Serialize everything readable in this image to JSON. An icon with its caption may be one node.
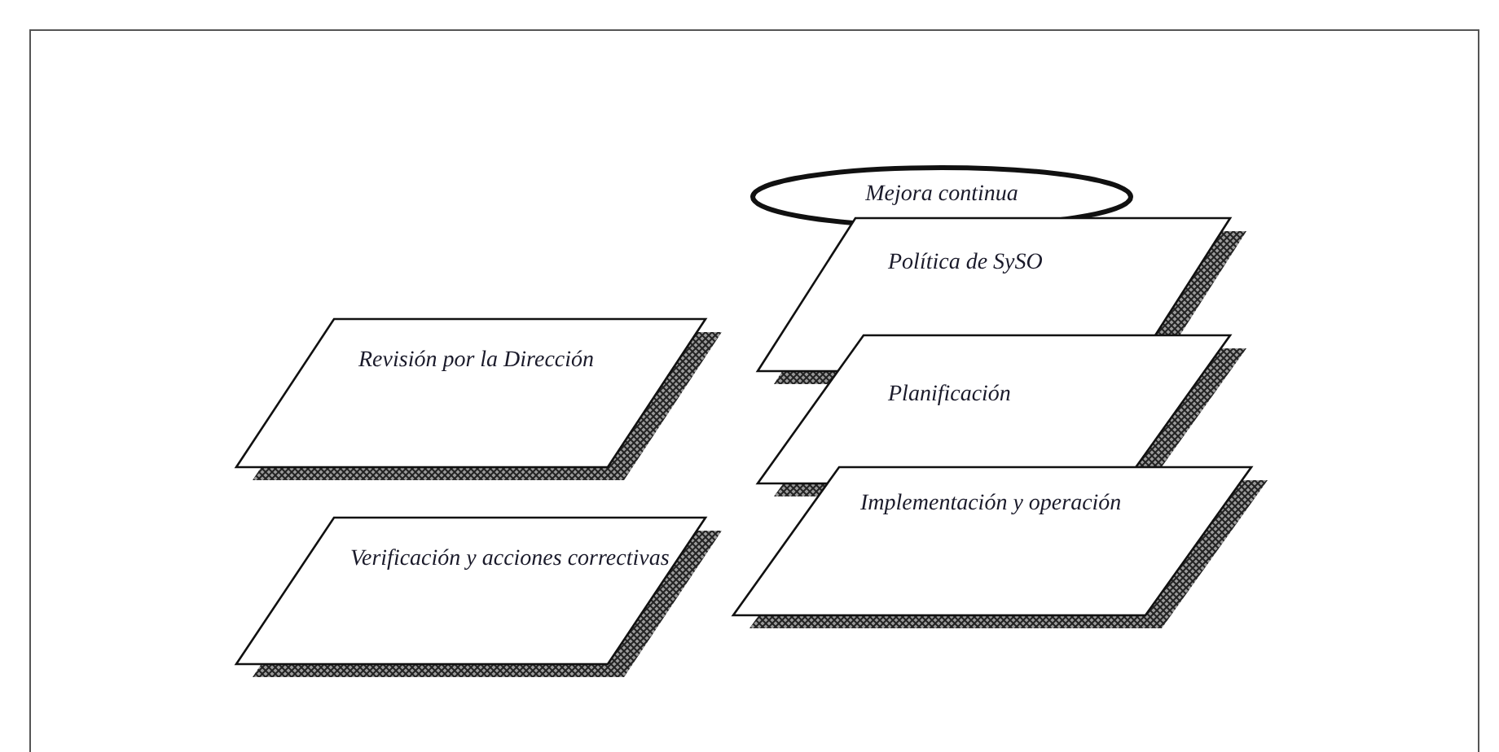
{
  "diagram": {
    "nodes": [
      {
        "text": [
          "Mejora continua"
        ]
      },
      {
        "text": [
          "Política de SySO"
        ]
      },
      {
        "text": [
          "Planificación"
        ]
      },
      {
        "text": [
          "Implementación y operación"
        ]
      },
      {
        "text": [
          "Revisión por la Dirección"
        ]
      },
      {
        "text": [
          "Verificación y acciones correctivas"
        ]
      }
    ]
  }
}
